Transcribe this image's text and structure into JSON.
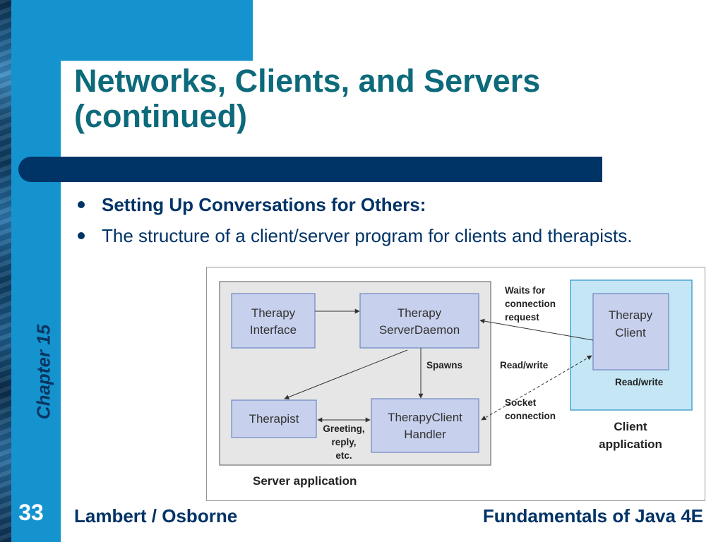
{
  "slide": {
    "title_line1": "Networks, Clients, and Servers",
    "title_line2": "(continued)",
    "chapter_label": "Chapter 15",
    "page_number": "33",
    "footer_left": "Lambert / Osborne",
    "footer_right": "Fundamentals of Java 4E",
    "colors": {
      "accent": "#1493cf",
      "title": "#0d6a7a",
      "navy": "#003366"
    }
  },
  "bullets": [
    {
      "text": "Setting Up Conversations for Others:"
    },
    {
      "text": "The structure of a client/server program for clients and therapists."
    }
  ],
  "diagram": {
    "nodes": {
      "therapy_interface": [
        "Therapy",
        "Interface"
      ],
      "therapy_server_daemon": [
        "Therapy",
        "ServerDaemon"
      ],
      "therapist": [
        "Therapist"
      ],
      "therapy_client_handler": [
        "TherapyClient",
        "Handler"
      ],
      "therapy_client": [
        "Therapy",
        "Client"
      ]
    },
    "labels": {
      "waits_for": [
        "Waits for",
        "connection",
        "request"
      ],
      "spawns": "Spawns",
      "read_write_1": "Read/write",
      "read_write_2": "Read/write",
      "socket": [
        "Socket",
        "connection"
      ],
      "greeting": [
        "Greeting,",
        "reply,",
        "etc."
      ],
      "client_app": [
        "Client",
        "application"
      ],
      "server_app": "Server application"
    },
    "colors": {
      "node_fill": "#c7d0ec",
      "node_stroke": "#6f86c0",
      "server_bg": "#e6e6e6",
      "client_bg": "#c4e6f5",
      "client_stroke": "#4aa5d4"
    }
  }
}
